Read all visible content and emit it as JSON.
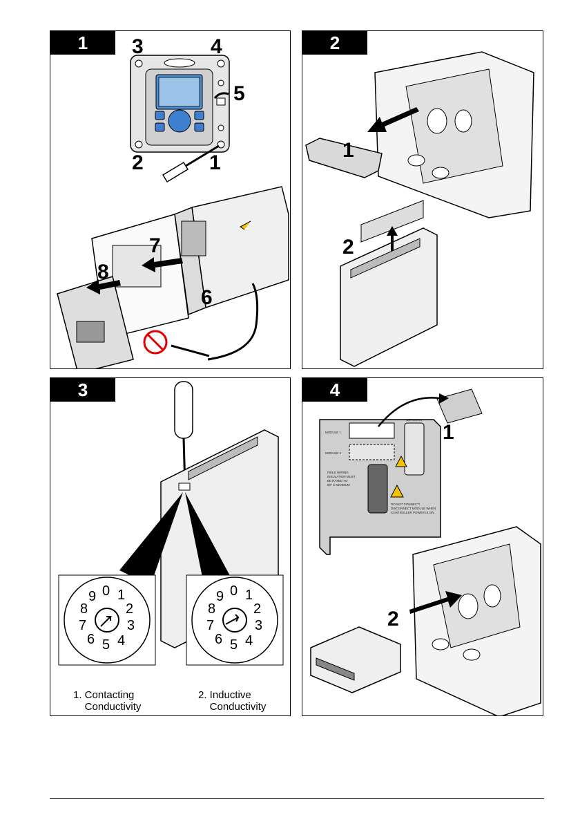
{
  "panels": [
    {
      "step": "1",
      "callouts": [
        "1",
        "2",
        "3",
        "4",
        "5",
        "6",
        "7",
        "8"
      ]
    },
    {
      "step": "2",
      "callouts": [
        "1",
        "2"
      ]
    },
    {
      "step": "3",
      "dial_digits": [
        "0",
        "1",
        "2",
        "3",
        "4",
        "5",
        "6",
        "7",
        "8",
        "9"
      ],
      "captions": [
        "1. Contacting\n    Conductivity",
        "2. Inductive\n    Conductivity"
      ]
    },
    {
      "step": "4",
      "callouts": [
        "1",
        "2"
      ],
      "label_module1": "MODULE 1",
      "label_module2": "MODULE 2",
      "label_network": "NETWORK",
      "label_field_wiring": [
        "FIELD WIRING",
        "INSULATION MUST",
        "BE RATED TO",
        "80º C MINIMUM"
      ],
      "label_warning": [
        "DO NOT CONNECT/",
        "DISCONNECT MODULE WHEN",
        "CONTROLLER POWER IS ON."
      ]
    }
  ],
  "colors": {
    "ink": "#000000",
    "screen": "#4a8fd0",
    "keypad": "#3f7fcf",
    "body": "#e6e6e6",
    "warning": "#f2c200",
    "prohibit": "#e00000"
  }
}
